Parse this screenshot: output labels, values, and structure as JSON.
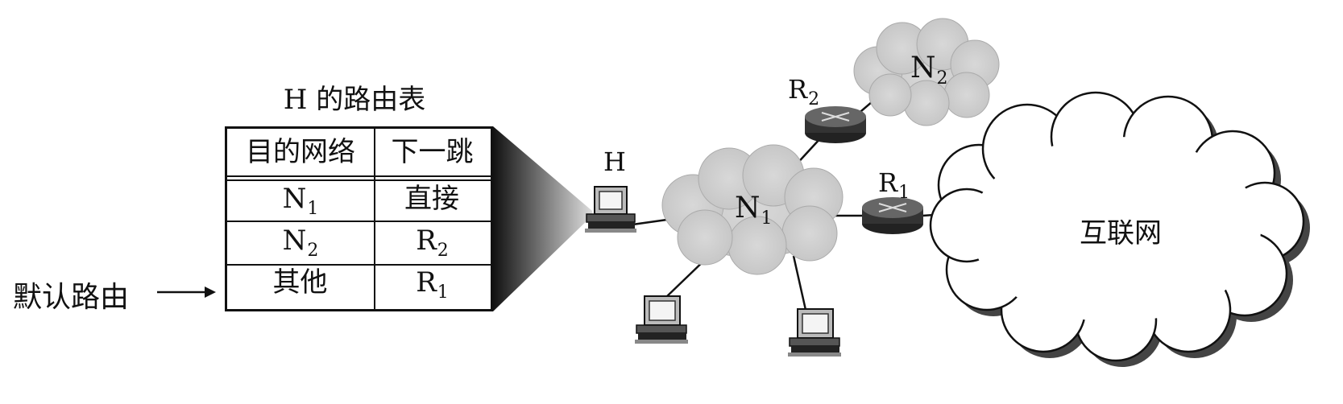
{
  "routing_table": {
    "title": "H 的路由表",
    "headers": [
      "目的网络",
      "下一跳"
    ],
    "rows": [
      {
        "dest": "N",
        "dest_sub": "1",
        "next": "直接",
        "next_sub": ""
      },
      {
        "dest": "N",
        "dest_sub": "2",
        "next": "R",
        "next_sub": "2"
      },
      {
        "dest": "其他",
        "dest_sub": "",
        "next": "R",
        "next_sub": "1"
      }
    ]
  },
  "default_route_label": "默认路由",
  "host_label": "H",
  "networks": {
    "n1": {
      "name": "N",
      "sub": "1"
    },
    "n2": {
      "name": "N",
      "sub": "2"
    },
    "internet": "互联网"
  },
  "routers": {
    "r1": {
      "name": "R",
      "sub": "1"
    },
    "r2": {
      "name": "R",
      "sub": "2"
    }
  }
}
